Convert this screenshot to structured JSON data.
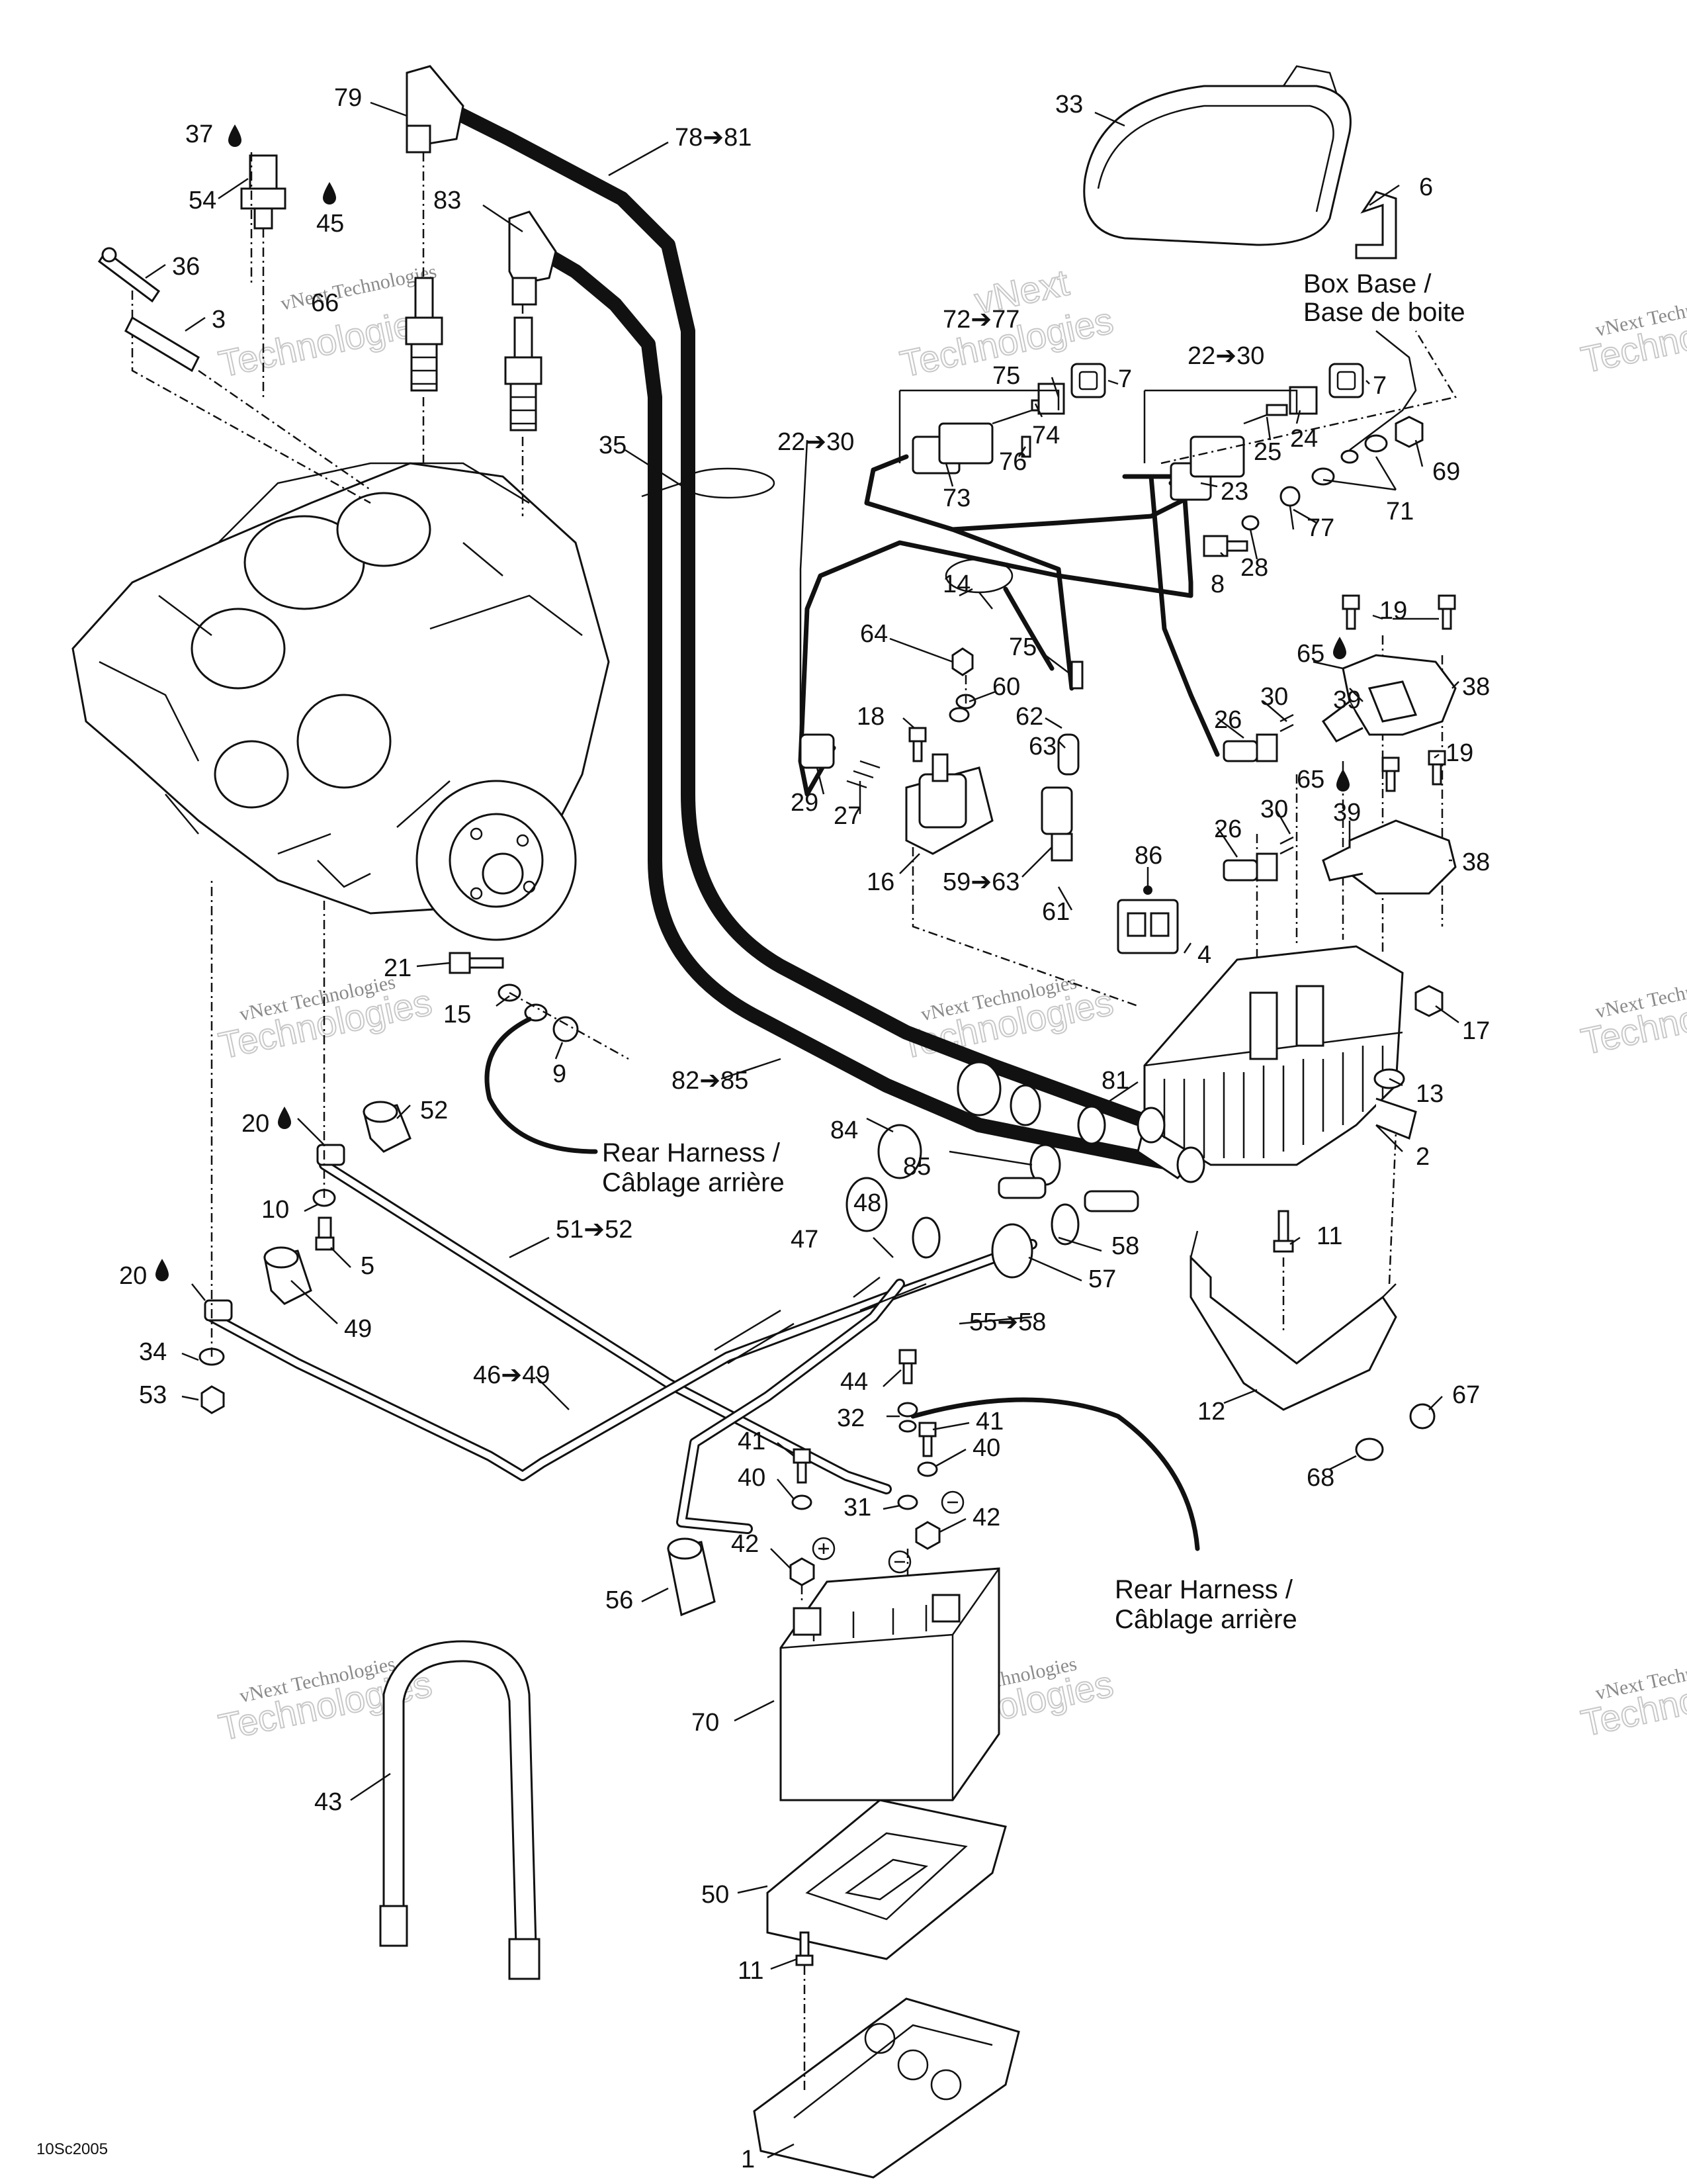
{
  "labels": {
    "n79": "79",
    "n78_81": "78➔81",
    "n37": "37",
    "n54": "54",
    "n45": "45",
    "n83": "83",
    "n36": "36",
    "n66": "66",
    "n3": "3",
    "n35": "35",
    "n22_30_a": "22➔30",
    "n72_77": "72➔77",
    "n75_a": "75",
    "n7_a": "7",
    "n74": "74",
    "n76": "76",
    "n73": "73",
    "n14": "14",
    "n64": "64",
    "n60": "60",
    "n75_b": "75",
    "n18": "18",
    "n62": "62",
    "n63": "63",
    "n29": "29",
    "n27": "27",
    "n16": "16",
    "n59_63": "59➔63",
    "n61": "61",
    "n33": "33",
    "n6": "6",
    "n22_30_b": "22➔30",
    "n7_b": "7",
    "n25": "25",
    "n24": "24",
    "n23": "23",
    "n69": "69",
    "n71": "71",
    "n77": "77",
    "n8": "8",
    "n28": "28",
    "n19_a": "19",
    "n65_a": "65",
    "n38_a": "38",
    "n39_a": "39",
    "n30_a": "30",
    "n26_a": "26",
    "n19_b": "19",
    "n65_b": "65",
    "n30_b": "30",
    "n39_b": "39",
    "n26_b": "26",
    "n38_b": "38",
    "n86": "86",
    "n4": "4",
    "n17": "17",
    "n13": "13",
    "n2": "2",
    "n21": "21",
    "n15": "15",
    "n9": "9",
    "n81": "81",
    "n82_85": "82➔85",
    "n84": "84",
    "n85": "85",
    "n20_a": "20",
    "n52": "52",
    "n10": "10",
    "n5": "5",
    "n51_52": "51➔52",
    "n48": "48",
    "n47": "47",
    "n58": "58",
    "n57": "57",
    "n55_58": "55➔58",
    "n11_a": "11",
    "n20_b": "20",
    "n49": "49",
    "n34": "34",
    "n53": "53",
    "n46_49": "46➔49",
    "n44": "44",
    "n32": "32",
    "n41_a": "41",
    "n40_a": "40",
    "n41_b": "41",
    "n40_b": "40",
    "n31": "31",
    "n42_a": "42",
    "n42_b": "42",
    "n56": "56",
    "n70": "70",
    "n12": "12",
    "n67": "67",
    "n68": "68",
    "n43": "43",
    "n50": "50",
    "n11_b": "11",
    "n1": "1"
  },
  "captions": {
    "box_base_line1": "Box Base /",
    "box_base_line2": "Base de boite",
    "rear_harness_a_line1": "Rear Harness /",
    "rear_harness_a_line2": "Câblage arrière",
    "rear_harness_b_line1": "Rear Harness /",
    "rear_harness_b_line2": "Câblage arrière"
  },
  "watermark": {
    "line1": "vNext Technologies",
    "line2": "vNext",
    "line3": "Technologies"
  },
  "figure_code": "10Sc2005",
  "icons": [
    "oil-drop-icon",
    "plus-terminal-icon",
    "minus-terminal-icon"
  ]
}
